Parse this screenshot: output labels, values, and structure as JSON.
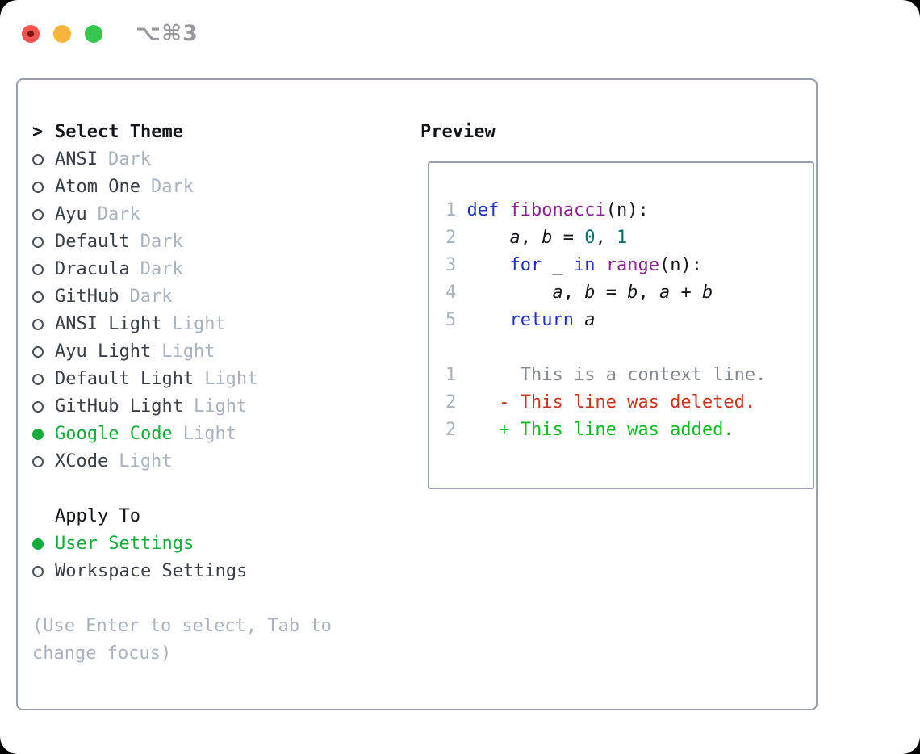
{
  "window": {
    "title": "⌥⌘3"
  },
  "titlebar": {
    "buttons": [
      {
        "icon": "close-icon",
        "color": "#f4544e"
      },
      {
        "icon": "minimize-icon",
        "color": "#f6b43e"
      },
      {
        "icon": "zoom-icon",
        "color": "#37c64f"
      }
    ]
  },
  "theme_panel": {
    "cursor": ">",
    "header": "Select Theme",
    "themes": [
      {
        "name": "ANSI",
        "variant": "Dark",
        "selected": false
      },
      {
        "name": "Atom One",
        "variant": "Dark",
        "selected": false
      },
      {
        "name": "Ayu",
        "variant": "Dark",
        "selected": false
      },
      {
        "name": "Default",
        "variant": "Dark",
        "selected": false
      },
      {
        "name": "Dracula",
        "variant": "Dark",
        "selected": false
      },
      {
        "name": "GitHub",
        "variant": "Dark",
        "selected": false
      },
      {
        "name": "ANSI Light",
        "variant": "Light",
        "selected": false
      },
      {
        "name": "Ayu Light",
        "variant": "Light",
        "selected": false
      },
      {
        "name": "Default Light",
        "variant": "Light",
        "selected": false
      },
      {
        "name": "GitHub Light",
        "variant": "Light",
        "selected": false
      },
      {
        "name": "Google Code",
        "variant": "Light",
        "selected": true
      },
      {
        "name": "XCode",
        "variant": "Light",
        "selected": false
      }
    ],
    "apply_to": {
      "header": "Apply To",
      "options": [
        {
          "label": "User Settings",
          "selected": true
        },
        {
          "label": "Workspace Settings",
          "selected": false
        }
      ]
    },
    "hint": "(Use Enter to select, Tab to change focus)"
  },
  "preview": {
    "header": "Preview",
    "lines": [
      {
        "segments": [
          {
            "text": "1",
            "class": "ln"
          },
          {
            "text": " ",
            "class": "pl"
          },
          {
            "text": "def",
            "class": "kw"
          },
          {
            "text": " ",
            "class": "pl"
          },
          {
            "text": "fibonacci",
            "class": "fn"
          },
          {
            "text": "(n):",
            "class": "pl"
          }
        ]
      },
      {
        "segments": [
          {
            "text": "2",
            "class": "ln"
          },
          {
            "text": "     ",
            "class": "pl"
          },
          {
            "text": "a",
            "class": "var"
          },
          {
            "text": ", ",
            "class": "pl"
          },
          {
            "text": "b",
            "class": "var"
          },
          {
            "text": " = ",
            "class": "pl"
          },
          {
            "text": "0",
            "class": "num"
          },
          {
            "text": ", ",
            "class": "pl"
          },
          {
            "text": "1",
            "class": "num"
          }
        ]
      },
      {
        "segments": [
          {
            "text": "3",
            "class": "ln"
          },
          {
            "text": "     ",
            "class": "pl"
          },
          {
            "text": "for",
            "class": "kw"
          },
          {
            "text": " _ ",
            "class": "pl"
          },
          {
            "text": "in",
            "class": "kw"
          },
          {
            "text": " ",
            "class": "pl"
          },
          {
            "text": "range",
            "class": "fn"
          },
          {
            "text": "(n):",
            "class": "pl"
          }
        ]
      },
      {
        "segments": [
          {
            "text": "4",
            "class": "ln"
          },
          {
            "text": "         ",
            "class": "pl"
          },
          {
            "text": "a",
            "class": "var"
          },
          {
            "text": ", ",
            "class": "pl"
          },
          {
            "text": "b",
            "class": "var"
          },
          {
            "text": " = ",
            "class": "pl"
          },
          {
            "text": "b",
            "class": "var"
          },
          {
            "text": ", ",
            "class": "pl"
          },
          {
            "text": "a",
            "class": "var"
          },
          {
            "text": " + ",
            "class": "pl"
          },
          {
            "text": "b",
            "class": "var"
          }
        ]
      },
      {
        "segments": [
          {
            "text": "5",
            "class": "ln"
          },
          {
            "text": "     ",
            "class": "pl"
          },
          {
            "text": "return",
            "class": "kw"
          },
          {
            "text": " ",
            "class": "pl"
          },
          {
            "text": "a",
            "class": "var"
          }
        ]
      },
      {
        "segments": []
      },
      {
        "segments": [
          {
            "text": "1",
            "class": "ln"
          },
          {
            "text": "      This is a context line.",
            "class": "ctx"
          }
        ]
      },
      {
        "segments": [
          {
            "text": "2",
            "class": "ln"
          },
          {
            "text": "    - This line was deleted.",
            "class": "del"
          }
        ]
      },
      {
        "segments": [
          {
            "text": "2",
            "class": "ln"
          },
          {
            "text": "    + This line was added.",
            "class": "add"
          }
        ]
      }
    ]
  },
  "colors": {
    "selection_green": "#16ab3a",
    "diff_added_green": "#0abd1c",
    "diff_deleted_red": "#cc3220",
    "keyword_blue": "#1e2fc8",
    "function_purple": "#8a2490",
    "number_teal": "#0b6e6b",
    "muted_gray": "#a9b2bd",
    "panel_border": "#99a1ae"
  }
}
